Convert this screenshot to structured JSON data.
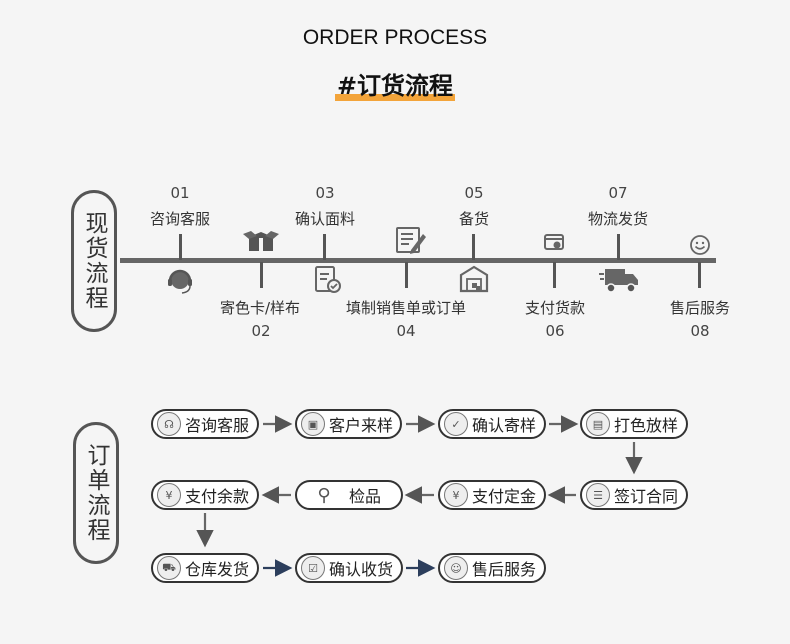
{
  "header": {
    "en_title": "ORDER PROCESS",
    "cn_title": "#订货流程"
  },
  "stock_flow": {
    "label": "现货流程",
    "steps": [
      {
        "num": "01",
        "label": "咨询客服",
        "icon": "customer-service-icon"
      },
      {
        "num": "02",
        "label": "寄色卡/样布",
        "icon": "box-icon"
      },
      {
        "num": "03",
        "label": "确认面料",
        "icon": "confirm-document-icon"
      },
      {
        "num": "04",
        "label": "填制销售单或订单",
        "icon": "edit-document-icon"
      },
      {
        "num": "05",
        "label": "备货",
        "icon": "warehouse-icon"
      },
      {
        "num": "06",
        "label": "支付货款",
        "icon": "payment-icon"
      },
      {
        "num": "07",
        "label": "物流发货",
        "icon": "truck-icon"
      },
      {
        "num": "08",
        "label": "售后服务",
        "icon": "smile-icon"
      }
    ]
  },
  "order_flow": {
    "label": "订单流程",
    "steps": [
      {
        "label": "咨询客服",
        "icon": "customer-service-icon"
      },
      {
        "label": "客户来样",
        "icon": "box-icon"
      },
      {
        "label": "确认寄样",
        "icon": "check-icon"
      },
      {
        "label": "打色放样",
        "icon": "color-sample-icon"
      },
      {
        "label": "签订合同",
        "icon": "contract-icon"
      },
      {
        "label": "支付定金",
        "icon": "yen-icon"
      },
      {
        "label": "检品",
        "icon": "search-icon"
      },
      {
        "label": "支付余款",
        "icon": "yen-icon"
      },
      {
        "label": "仓库发货",
        "icon": "truck-icon"
      },
      {
        "label": "确认收货",
        "icon": "confirm-document-icon"
      },
      {
        "label": "售后服务",
        "icon": "smile-icon"
      }
    ]
  }
}
